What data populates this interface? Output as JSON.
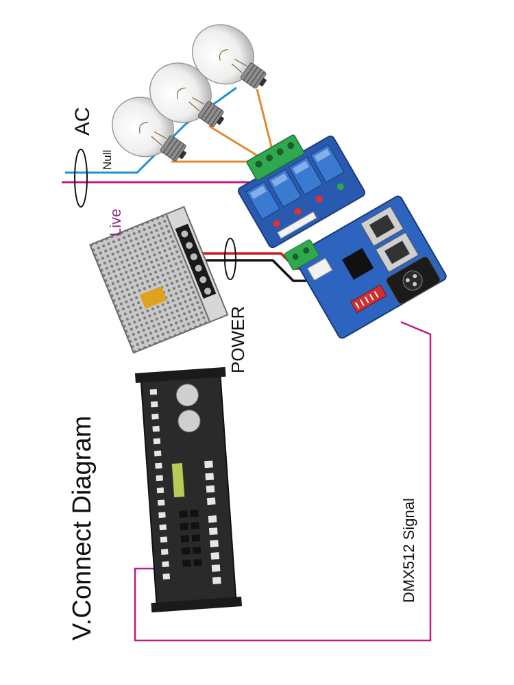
{
  "diagram": {
    "title": "V.Connect Diagram",
    "labels": {
      "ac": "AC",
      "null": "Null",
      "live": "Live",
      "power": "POWER",
      "dmx_signal": "DMX512 Signal"
    },
    "colors": {
      "live_wire": "#c2187f",
      "null_wire": "#1e90d6",
      "load_wire": "#e0892e",
      "dmx_wire": "#c2187f",
      "power_pos": "#d21b1b",
      "power_neg": "#111111",
      "relay_board": "#2a5ab0",
      "terminal_green": "#2fa84f",
      "live_text": "#8b2b86"
    }
  }
}
